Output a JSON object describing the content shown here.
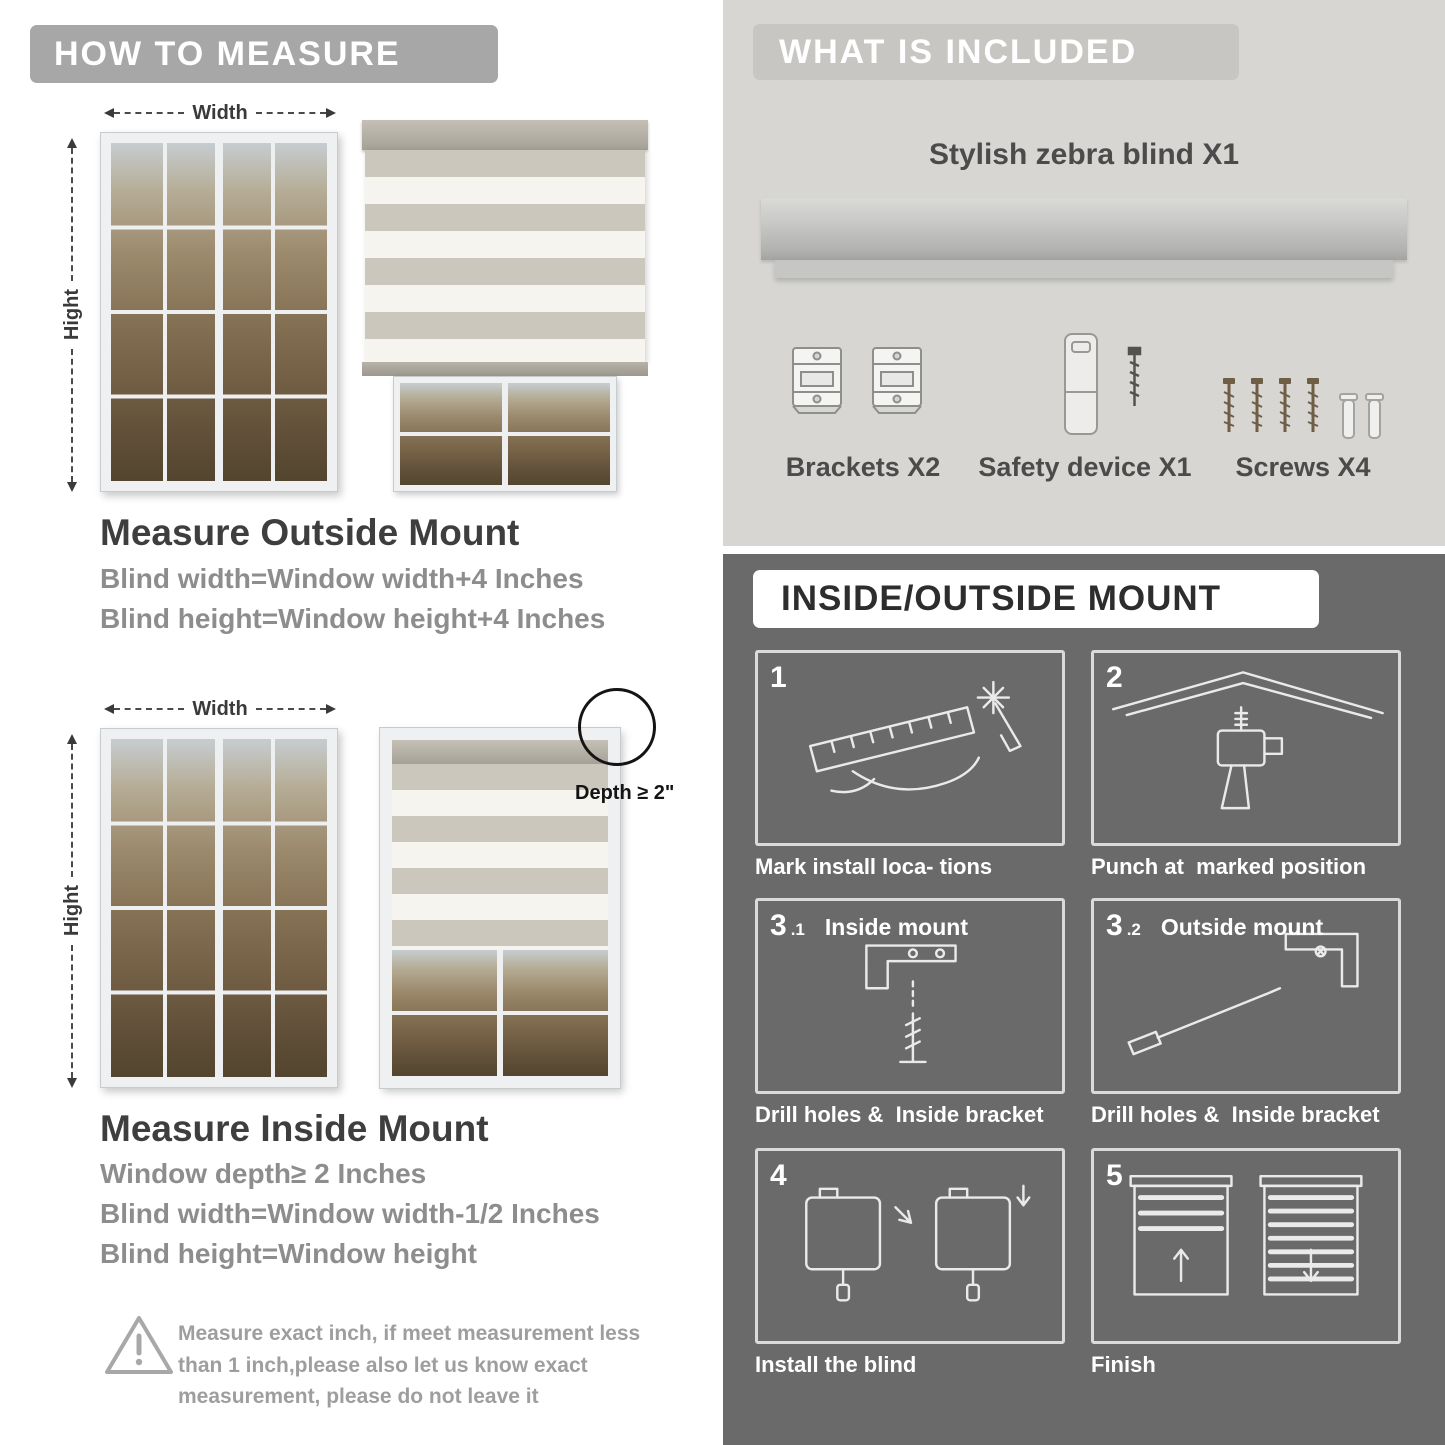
{
  "measure": {
    "header": "HOW TO MEASURE",
    "width_label": "Width",
    "height_label": "Hight",
    "outside": {
      "heading": "Measure Outside Mount",
      "line1": "Blind width=Window width+4 Inches",
      "line2": "Blind height=Window height+4 Inches"
    },
    "inside": {
      "heading": "Measure Inside Mount",
      "depth_note": "Depth ≥ 2\"",
      "line1": "Window depth≥ 2 Inches",
      "line2": "Blind width=Window width-1/2 Inches",
      "line3": "Blind height=Window height"
    },
    "note": "Measure exact inch, if meet measurement less than 1 inch,please also let us know exact measurement, please do not leave it"
  },
  "included": {
    "header": "WHAT IS INCLUDED",
    "product_label": "Stylish zebra blind X1",
    "items": [
      {
        "label": "Brackets X2"
      },
      {
        "label": "Safety device X1"
      },
      {
        "label": "Screws X4"
      }
    ]
  },
  "mount": {
    "header": "INSIDE/OUTSIDE MOUNT",
    "steps": [
      {
        "num": "1",
        "sub": "",
        "label": "",
        "caption": "Mark install loca- tions"
      },
      {
        "num": "2",
        "sub": "",
        "label": "",
        "caption": "Punch at  marked position"
      },
      {
        "num": "3",
        "sub": ".1",
        "label": "Inside mount",
        "caption": "Drill holes &  Inside bracket"
      },
      {
        "num": "3",
        "sub": ".2",
        "label": "Outside mount",
        "caption": "Drill holes &  Inside bracket"
      },
      {
        "num": "4",
        "sub": "",
        "label": "",
        "caption": "Install the blind"
      },
      {
        "num": "5",
        "sub": "",
        "label": "",
        "caption": "Finish"
      }
    ]
  },
  "colors": {
    "header_bar_gray": "#a7a7a7",
    "included_panel_bg": "#d7d6d3",
    "mount_panel_bg": "#6a6a6a",
    "heading_dark": "#3e3e3e",
    "formula_gray": "#8d8d8d"
  }
}
